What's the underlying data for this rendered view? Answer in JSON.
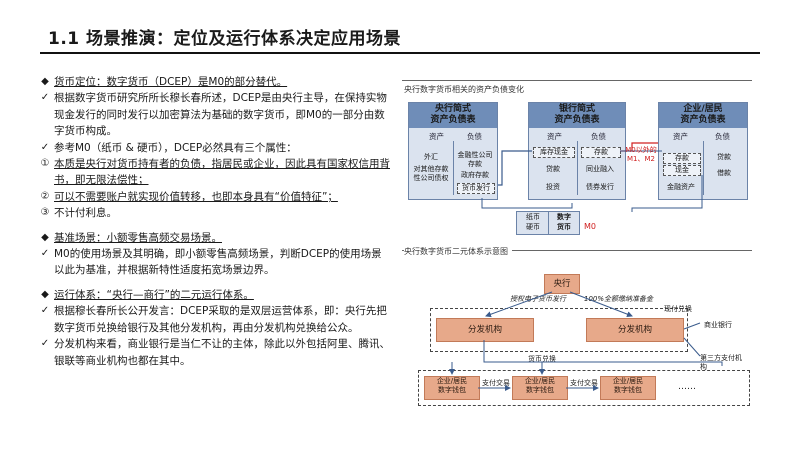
{
  "page": {
    "title": "1.1 场景推演：定位及运行体系决定应用场景"
  },
  "left_sections": [
    {
      "heading": "货币定位：数字货币（DCEP）是M0的部分替代。",
      "items": [
        {
          "marker": "✓",
          "text": "根据数字货币研究所所长穆长春所述，DCEP是由央行主导，在保持实物现金发行的同时发行以加密算法为基础的数字货币，即M0的一部分由数字货币构成。"
        },
        {
          "marker": "✓",
          "text": "参考M0（纸币 & 硬币），DCEP必然具有三个属性："
        },
        {
          "marker": "①",
          "text": "本质是央行对货币持有者的负债，指居民或企业，因此具有国家权信用背书，即无限法偿性；"
        },
        {
          "marker": "②",
          "text": "可以不需要账户就实现价值转移，也即本身具有“价值特征”；"
        },
        {
          "marker": "③",
          "text": "不计付利息。"
        }
      ]
    },
    {
      "heading": "基准场景：小额零售高频交易场景。",
      "items": [
        {
          "marker": "✓",
          "text": "M0的使用场景及其明确，即小额零售高频场景，判断DCEP的使用场景以此为基准，并根据新特性适度拓宽场景边界。"
        }
      ]
    },
    {
      "heading": "运行体系：“央行—商行”的二元运行体系。",
      "items": [
        {
          "marker": "✓",
          "text": "根据穆长春所长公开发言：DCEP采取的是双层运营体系，即：央行先把数字货币兑换给银行及其他分发机构，再由分发机构兑换给公众。"
        },
        {
          "marker": "✓",
          "text": "分发机构来看，商业银行是当仁不让的主体，除此以外包括阿里、腾讯、银联等商业机构也都在其中。"
        }
      ]
    }
  ],
  "diagram_top": {
    "caption": "央行数字货币相关的资产负债变化",
    "sheets": [
      {
        "title_1": "央行简式",
        "title_2": "资产负债表",
        "asset": "资产",
        "liability": "负债",
        "assets": [
          "外汇",
          "对其他存款性公司债权"
        ],
        "liabilities": [
          "金融性公司存款",
          "政府存款",
          "货币发行"
        ]
      },
      {
        "title_1": "银行简式",
        "title_2": "资产负债表",
        "asset": "资产",
        "liability": "负债",
        "assets": [
          "库存现金",
          "贷款",
          "投资"
        ],
        "liabilities": [
          "存款",
          "同业融入",
          "债券发行"
        ]
      },
      {
        "title_1": "企业/居民",
        "title_2": "资产负债表",
        "asset": "资产",
        "liability": "负债",
        "assets": [
          "存款",
          "现金",
          "金融资产"
        ],
        "liabilities": [
          "贷款",
          "借款"
        ]
      }
    ],
    "m0_note": "M0以外的\nM1、M2",
    "bottom_left": "纸币\n硬币",
    "bottom_right": "数字\n货币",
    "bottom_label": "M0"
  },
  "diagram_bottom": {
    "caption": "央行数字货币二元体系示意图",
    "central": "央行",
    "dist_left": "分发机构",
    "dist_right": "分发机构",
    "auth_label": "授权电子货币发行",
    "reserve_label": "100%全额缴纳准备金",
    "exchange_label": "现付兑换",
    "bank_label": "商业银行",
    "third_label": "第三方支付机构",
    "money_exchange": "货币兑换",
    "pay_label": "支付交易",
    "wallet": "企业/居民\n数字钱包",
    "ellipsis": "……"
  }
}
